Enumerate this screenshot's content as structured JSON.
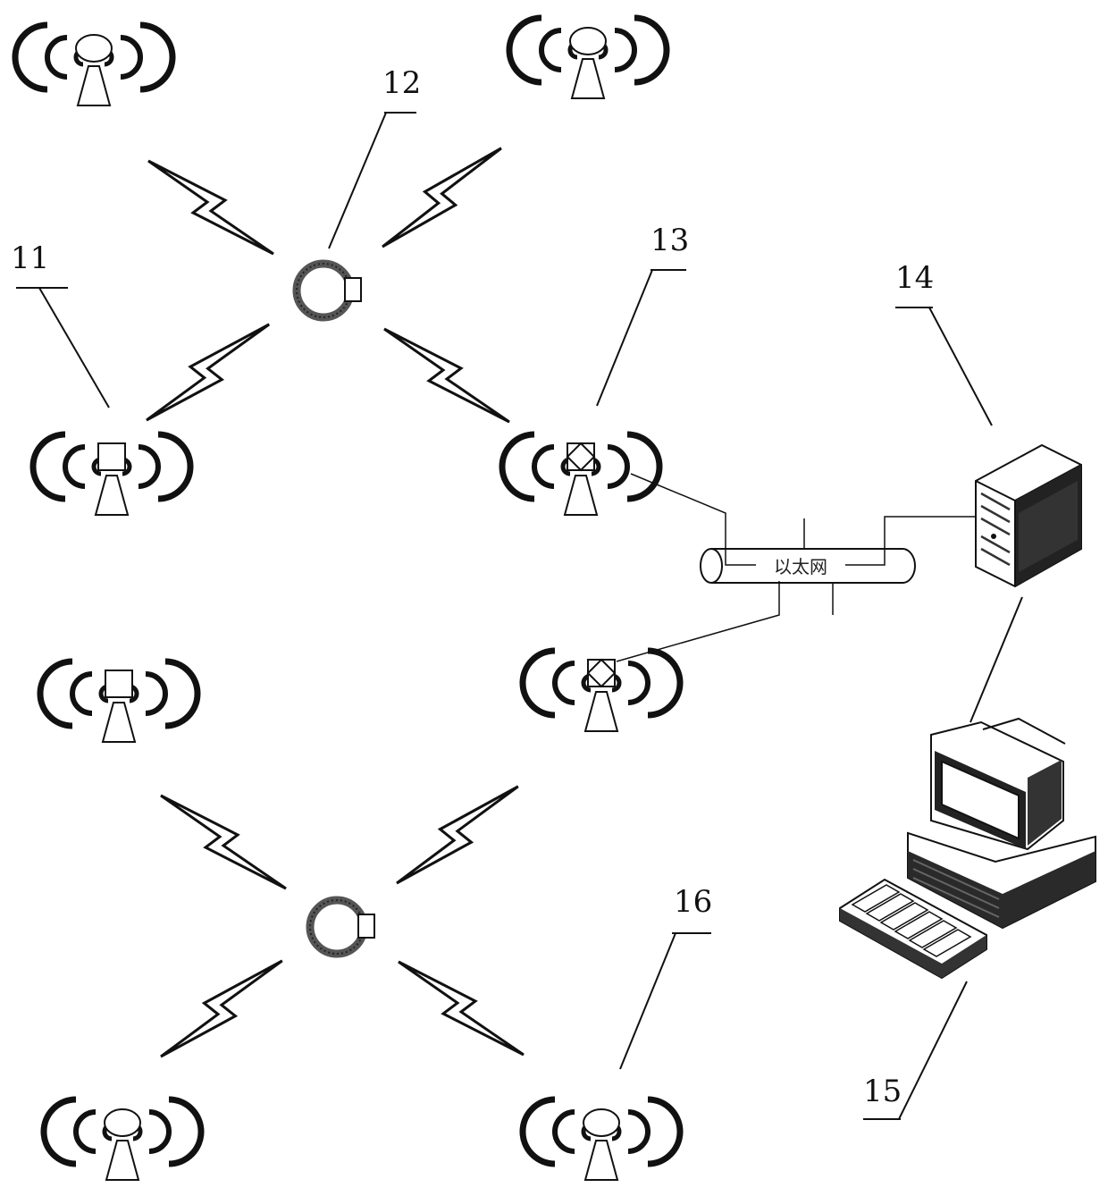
{
  "labels": {
    "l11": "11",
    "l12": "12",
    "l13": "13",
    "l14": "14",
    "l15": "15",
    "l16": "16"
  },
  "ethernet": {
    "label": "以太网"
  },
  "icons": {
    "sensor_oval": "wireless-sensor-oval-icon",
    "sensor_square": "wireless-sensor-square-icon",
    "sensor_diamond": "wireless-sensor-diamond-icon",
    "coordinator": "coordinator-ring-icon",
    "wireless_link": "lightning-link-icon",
    "server": "server-tower-icon",
    "workstation": "desktop-computer-icon"
  },
  "colors": {
    "line": "#111111",
    "ring": "#444444"
  }
}
